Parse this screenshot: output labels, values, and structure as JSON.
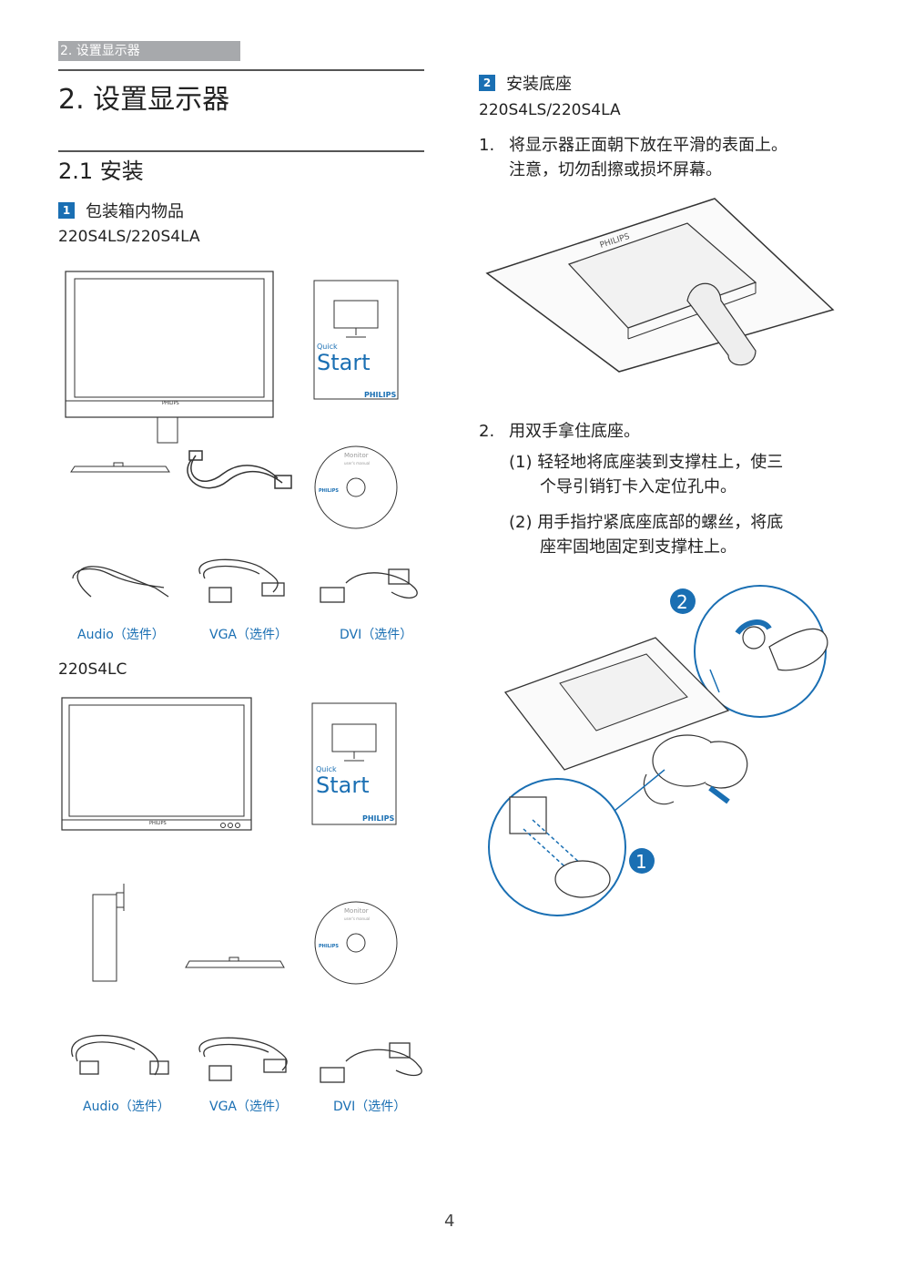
{
  "header": {
    "section_tab": "2. 设置显示器"
  },
  "title": "2.  设置显示器",
  "section": {
    "heading": "2.1  安装",
    "package": {
      "number": "1",
      "title": "包装箱内物品",
      "model_a": "220S4LS/220S4LA",
      "model_b": "220S4LC",
      "quick_start_small": "Quick",
      "quick_start_big": "Start",
      "brand": "PHILIPS",
      "cd_title": "Monitor",
      "cd_sub": "user's manual",
      "captions_a": [
        "Audio（选件）",
        "VGA（选件）",
        "DVI（选件）"
      ],
      "captions_b": [
        "Audio（选件）",
        "VGA（选件）",
        "DVI（选件）"
      ]
    },
    "base": {
      "number": "2",
      "title": "安装底座",
      "model": "220S4LS/220S4LA",
      "step1_num": "1.",
      "step1_line1": "将显示器正面朝下放在平滑的表面上。",
      "step1_line2": "注意，切勿刮擦或损坏屏幕。",
      "step2_num": "2.",
      "step2_text": "用双手拿住底座。",
      "step2a_line1": "(1) 轻轻地将底座装到支撑柱上，使三",
      "step2a_line2": "个导引销钉卡入定位孔中。",
      "step2b_line1": "(2) 用手指拧紧底座底部的螺丝，将底",
      "step2b_line2": "座牢固地固定到支撑柱上。",
      "callout_1": "1",
      "callout_2": "2"
    }
  },
  "page_number": "4",
  "colors": {
    "accent": "#1a6fb3",
    "tab_gray": "#a7a9ac"
  }
}
